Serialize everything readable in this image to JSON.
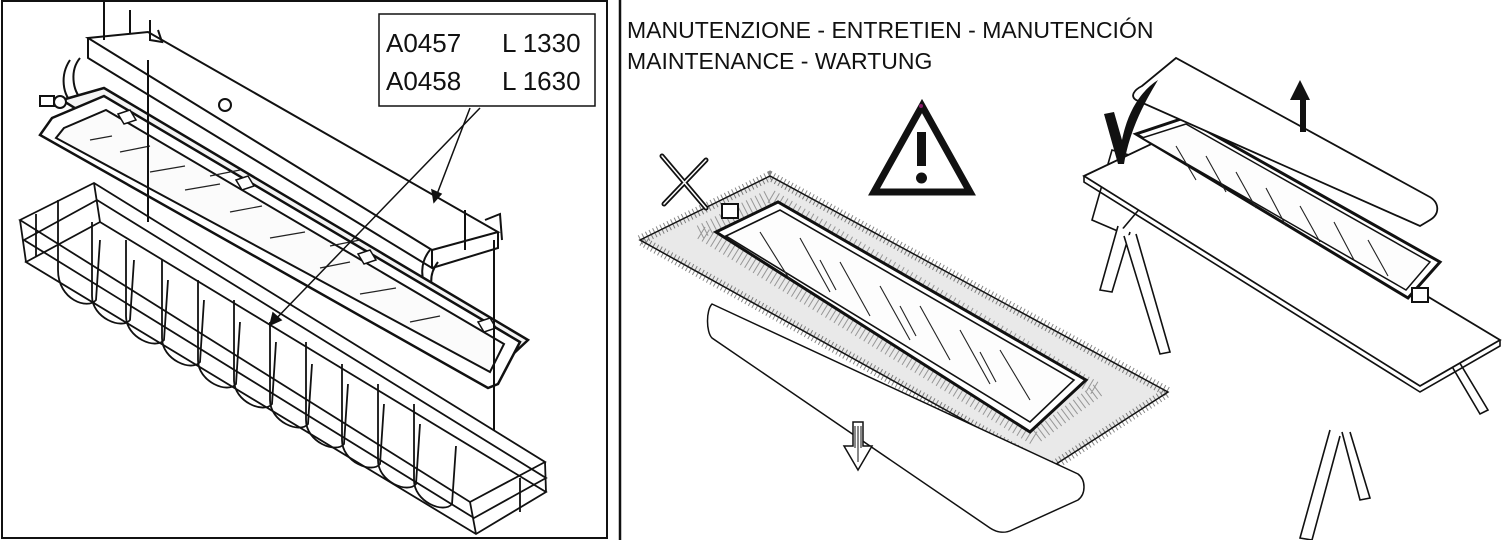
{
  "left_panel": {
    "model_rows": [
      {
        "code": "A0457",
        "length": "L 1330"
      },
      {
        "code": "A0458",
        "length": "L 1630"
      }
    ]
  },
  "right_panel": {
    "title_line1": "MANUTENZIONE - ENTRETIEN - MANUTENCIÓN",
    "title_line2": "MAINTENANCE - WARTUNG",
    "warning_glyph": "!",
    "icons": {
      "warning": "warning-triangle-icon",
      "wrong": "cross-mark-icon",
      "correct": "check-mark-icon",
      "remove": "arrow-down-icon",
      "lift": "arrow-up-icon"
    },
    "accent_color": "#8a1c6a"
  }
}
